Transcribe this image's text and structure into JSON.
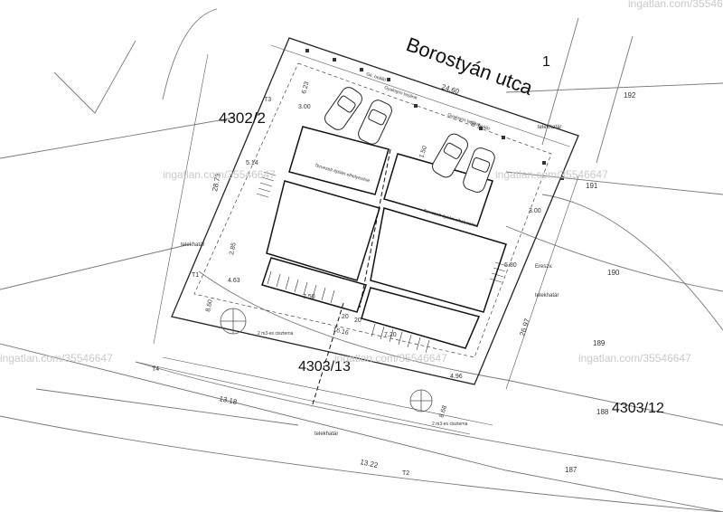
{
  "street": {
    "name": "Borostyán utca",
    "number": "1"
  },
  "lots": {
    "northwest": "4302/2",
    "center": "4303/13",
    "east": "4303/12"
  },
  "contour_labels": [
    "192",
    "191",
    "190",
    "189",
    "188",
    "187"
  ],
  "dimensions": {
    "top_width": "24.60",
    "left_depth": "28.73",
    "right_depth": "26.97",
    "bottom_left": "13.18",
    "bottom_center": "13.22",
    "house_width": "16.16",
    "setback_top": "6.23",
    "setback_left": "3.00",
    "setback_right": "3.00",
    "side_left": "4.63",
    "side_right": "4.96",
    "rear_left": "8.60",
    "rear_right": "8.68",
    "gap": "1.50",
    "mid": "2.85",
    "entry_left": "5.14",
    "entry_right": "5.80",
    "w1": "7.50",
    "w2": "7.20",
    "h1": "20",
    "h2": "20"
  },
  "labels": {
    "telekhatar": "telekhatár",
    "telekhatar2": "telekhatár",
    "telekhatar3": "telekhatár",
    "telekhatar4": "telekhatár",
    "terrace_left": "Tervezett épület elhelyezése",
    "terrace_right": "Tervezett épület elhelyezése",
    "parking_left": "Gk. beálló",
    "parking_right": "Gk. beálló",
    "fence_left": "Gyalogos bejárat",
    "fence_right": "Gyalogos bejárat",
    "ervezo": "Ereszv.",
    "tree_left": "2 m3-es ciszterna",
    "tree_right": "2 m3-es ciszterna"
  },
  "markers": [
    "T1",
    "T2",
    "T3",
    "T4"
  ],
  "watermarks": {
    "left": "ingatlan.com/35546647",
    "center": "ingatlan.com/35546647",
    "right": "ingatlan.com/35546647",
    "top_center": "ingatlan.com/35546647",
    "top_right": "ingatlan.com/35546647",
    "mid_right": "ingatlan.com/35546647"
  }
}
